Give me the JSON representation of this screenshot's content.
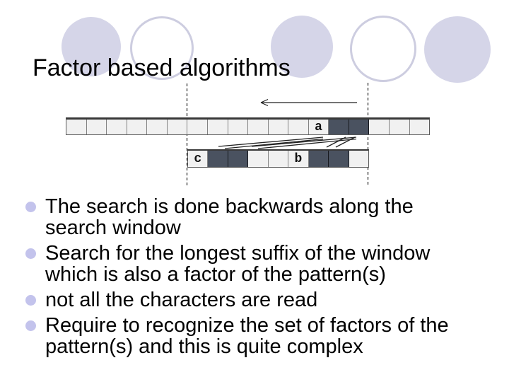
{
  "slide_title": "Factor based algorithms",
  "theme": {
    "background": "#ffffff",
    "text_color": "#000000",
    "decor_circle_fill": "#d5d5e8",
    "decor_circle_outline": "#cdcde0",
    "bullet_dot_color": "#c3c3ec",
    "cell_light": "#f1f1f1",
    "cell_dark": "#4a5260",
    "line_color": "#222222"
  },
  "decor_circles": [
    {
      "style": "filled"
    },
    {
      "style": "outline"
    },
    {
      "style": "filled"
    },
    {
      "style": "outline"
    },
    {
      "style": "filled"
    }
  ],
  "diagram": {
    "description": "search window diagram: text row scanned backwards, pattern row below",
    "search_arrow_direction": "left",
    "top_row": {
      "cells": [
        {
          "state": "light",
          "label": ""
        },
        {
          "state": "light",
          "label": ""
        },
        {
          "state": "light",
          "label": ""
        },
        {
          "state": "light",
          "label": ""
        },
        {
          "state": "light",
          "label": ""
        },
        {
          "state": "light",
          "label": ""
        },
        {
          "state": "light",
          "label": ""
        },
        {
          "state": "light",
          "label": ""
        },
        {
          "state": "light",
          "label": ""
        },
        {
          "state": "light",
          "label": ""
        },
        {
          "state": "light",
          "label": ""
        },
        {
          "state": "light",
          "label": ""
        },
        {
          "state": "light",
          "label": "a"
        },
        {
          "state": "dark",
          "label": ""
        },
        {
          "state": "dark",
          "label": ""
        },
        {
          "state": "light",
          "label": ""
        },
        {
          "state": "light",
          "label": ""
        },
        {
          "state": "light",
          "label": ""
        }
      ]
    },
    "bottom_row": {
      "cells": [
        {
          "state": "light",
          "label": "c"
        },
        {
          "state": "dark",
          "label": ""
        },
        {
          "state": "dark",
          "label": ""
        },
        {
          "state": "light",
          "label": ""
        },
        {
          "state": "light",
          "label": ""
        },
        {
          "state": "light",
          "label": "b"
        },
        {
          "state": "dark",
          "label": ""
        },
        {
          "state": "dark",
          "label": ""
        },
        {
          "state": "light",
          "label": ""
        }
      ]
    }
  },
  "bullets": [
    {
      "lines": [
        "The search is done backwards along the",
        "search window"
      ]
    },
    {
      "lines": [
        "Search for the longest suffix of the window",
        "which is also a factor of the pattern(s)"
      ]
    },
    {
      "lines": [
        "not all the characters are read"
      ]
    },
    {
      "lines": [
        "Require to recognize the set of factors of the",
        "pattern(s) and this is quite complex"
      ]
    }
  ]
}
